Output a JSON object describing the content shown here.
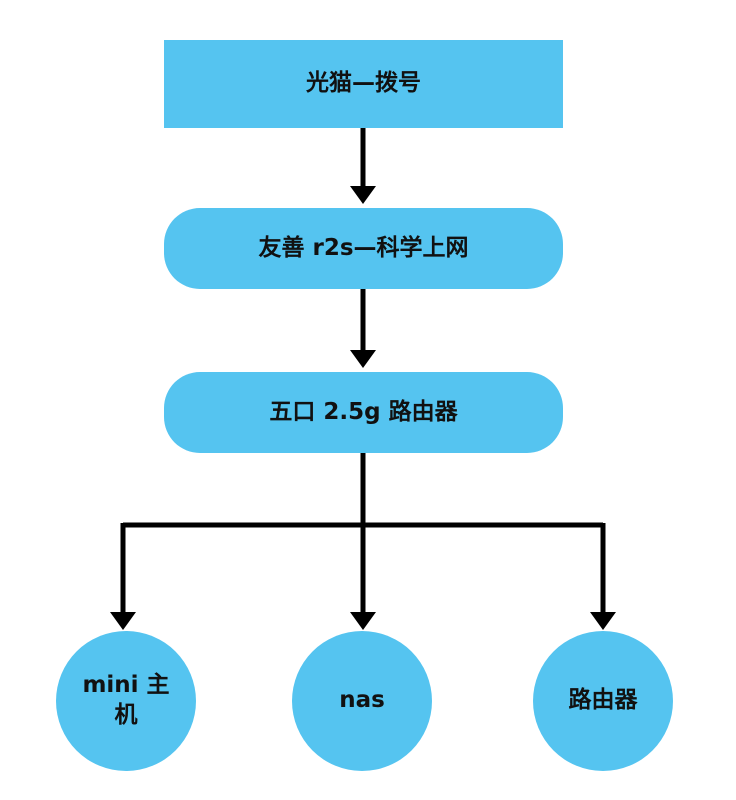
{
  "diagram": {
    "type": "flowchart",
    "colors": {
      "node_fill": "#55C4F0",
      "connector": "#000000",
      "background": "#FFFFFF",
      "text": "#111111"
    },
    "nodes": [
      {
        "id": "optical-modem",
        "shape": "rectangle",
        "label": "光猫—拨号"
      },
      {
        "id": "r2s",
        "shape": "rounded-rectangle",
        "label": "友善 r2s—科学上网"
      },
      {
        "id": "switch-2-5g",
        "shape": "rounded-rectangle",
        "label": "五口 2.5g 路由器"
      },
      {
        "id": "mini-pc",
        "shape": "circle",
        "label": "mini 主机"
      },
      {
        "id": "nas",
        "shape": "circle",
        "label": "nas"
      },
      {
        "id": "router",
        "shape": "circle",
        "label": "路由器"
      }
    ],
    "edges": [
      {
        "from": "optical-modem",
        "to": "r2s",
        "style": "arrow-down"
      },
      {
        "from": "r2s",
        "to": "switch-2-5g",
        "style": "arrow-down"
      },
      {
        "from": "switch-2-5g",
        "to": "mini-pc",
        "style": "arrow-down-branch"
      },
      {
        "from": "switch-2-5g",
        "to": "nas",
        "style": "arrow-down-branch"
      },
      {
        "from": "switch-2-5g",
        "to": "router",
        "style": "arrow-down-branch"
      }
    ]
  }
}
